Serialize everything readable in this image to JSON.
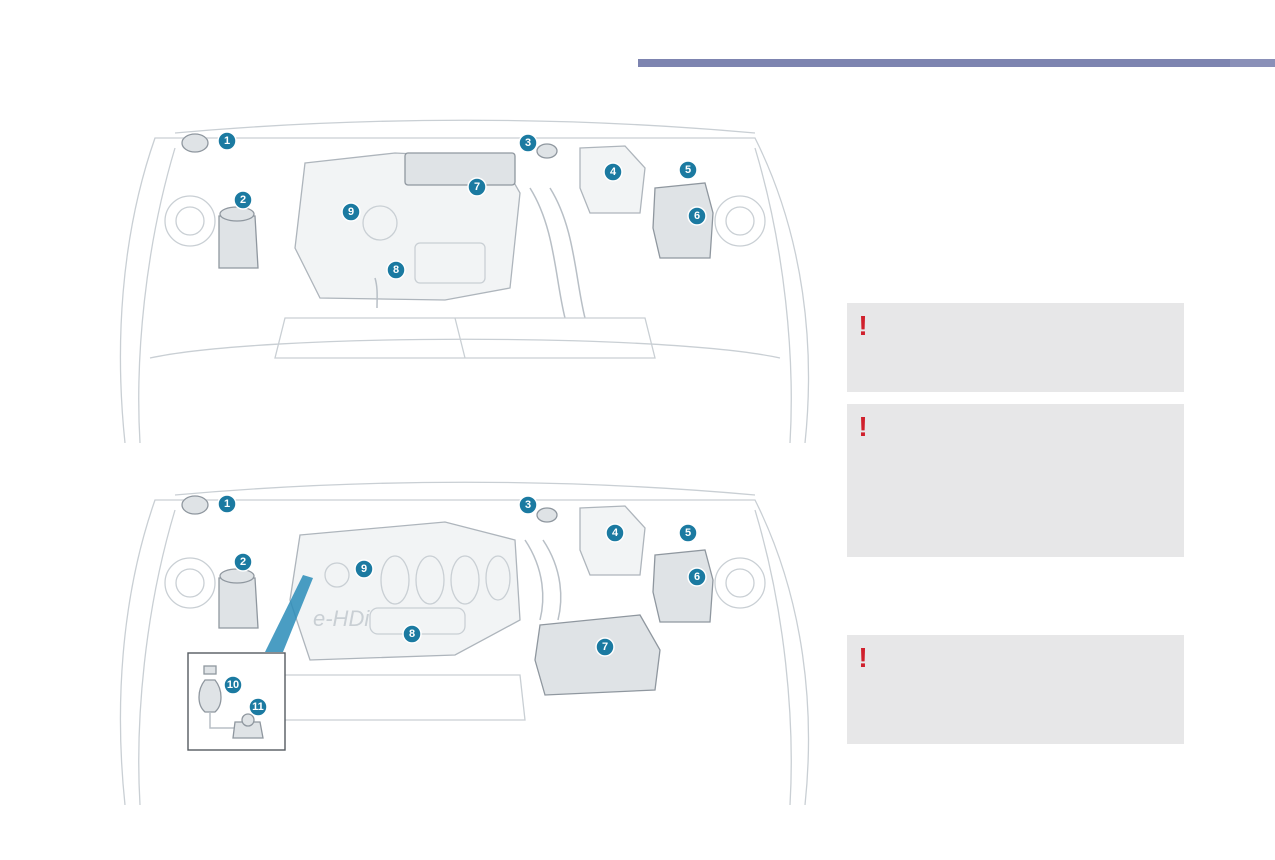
{
  "header": {
    "bar_color": "#7d84b0"
  },
  "diagrams": [
    {
      "callouts": [
        "1",
        "2",
        "3",
        "4",
        "5",
        "6",
        "7",
        "8",
        "9"
      ]
    },
    {
      "logo_text": "e-HDi",
      "callouts": [
        "1",
        "2",
        "3",
        "4",
        "5",
        "6",
        "7",
        "8",
        "9",
        "10",
        "11"
      ]
    }
  ],
  "warnings": [
    {
      "icon": "!",
      "text": ""
    },
    {
      "icon": "!",
      "text": ""
    },
    {
      "icon": "!",
      "text": ""
    }
  ],
  "colors": {
    "callout": "#1b7aa1",
    "warning_icon": "#d0202c",
    "warning_background": "#e7e7e8",
    "inset_highlight": "#2a8cb8"
  }
}
